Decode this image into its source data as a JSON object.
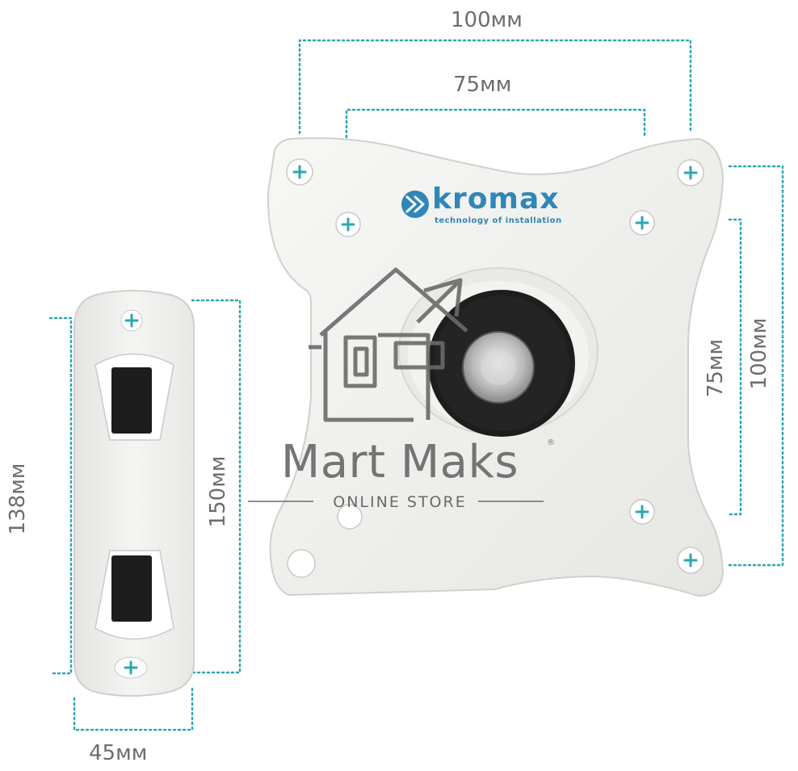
{
  "dimensions": {
    "top_outer": "100мм",
    "top_inner": "75мм",
    "right_inner": "75мм",
    "right_outer": "100мм",
    "left_plate_height": "138мм",
    "left_plate_span": "150мм",
    "left_plate_width": "45мм"
  },
  "brand": {
    "name": "kromax",
    "tagline": "technology of installation"
  },
  "watermark": {
    "title": "Mart Maks",
    "registered": "®",
    "subtitle": "ONLINE STORE"
  },
  "colors": {
    "dimension_lines": "#2aa7b3",
    "brand": "#2e87b8",
    "plate": "#f1f1ef",
    "rubber": "#1d1d1d",
    "watermark": "#6a6a6a"
  }
}
